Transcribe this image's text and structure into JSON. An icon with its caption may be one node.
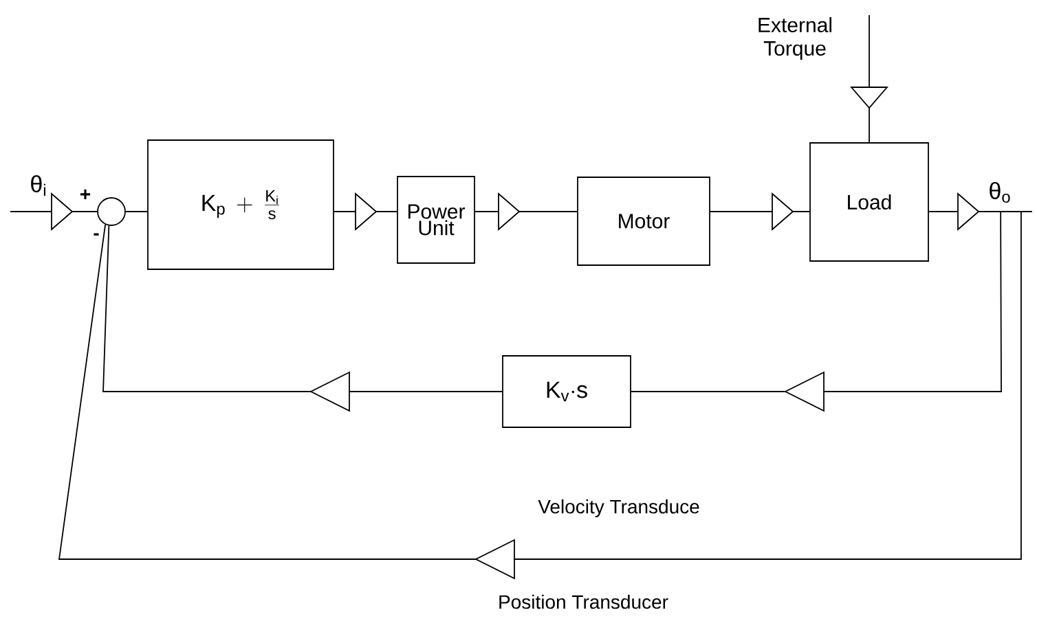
{
  "diagram": {
    "nodes": [
      {
        "text": [],
        "shape": "circle"
      },
      {
        "text": [
          "\\mathrm{K}_{\\mathrm{p}} + \\frac{\\mathrm{K}_{\\mathrm{i}}}{\\mathrm{s}}"
        ]
      },
      {
        "text": [
          "Power Unit"
        ]
      },
      {
        "text": [
          "Motor"
        ]
      },
      {
        "text": [
          "Load"
        ]
      },
      {
        "text": [
          "\\mathrm{K}_{\\mathrm{v}}{\\cdot}\\mathrm{s}"
        ]
      },
      {
        "text": [
          "External Torque"
        ]
      },
      {
        "text": [
          "θ$_{i}$"
        ]
      },
      {
        "text": [
          "θ$_{o}$"
        ]
      }
    ],
    "edges": [
      {
        "from": 7,
        "to": 0,
        "arrow": "to"
      },
      {
        "from": 0,
        "to": 1,
        "arrow": "none"
      },
      {
        "from": 1,
        "to": 2,
        "arrow": "to"
      },
      {
        "from": 2,
        "to": 3,
        "arrow": "to"
      },
      {
        "from": 3,
        "to": 4,
        "arrow": "to"
      },
      {
        "from": 4,
        "to": 8,
        "arrow": "to"
      },
      {
        "from": 6,
        "to": 4,
        "arrow": "to"
      },
      {
        "from": 8,
        "to": 5,
        "arrow": "to"
      },
      {
        "from": 5,
        "to": 0,
        "arrow": "to"
      },
      {
        "from": 8,
        "to": 0,
        "arrow": "to"
      }
    ],
    "labels": [
      "+",
      "-",
      "Velocity Transduce",
      "Position Transducer"
    ]
  }
}
